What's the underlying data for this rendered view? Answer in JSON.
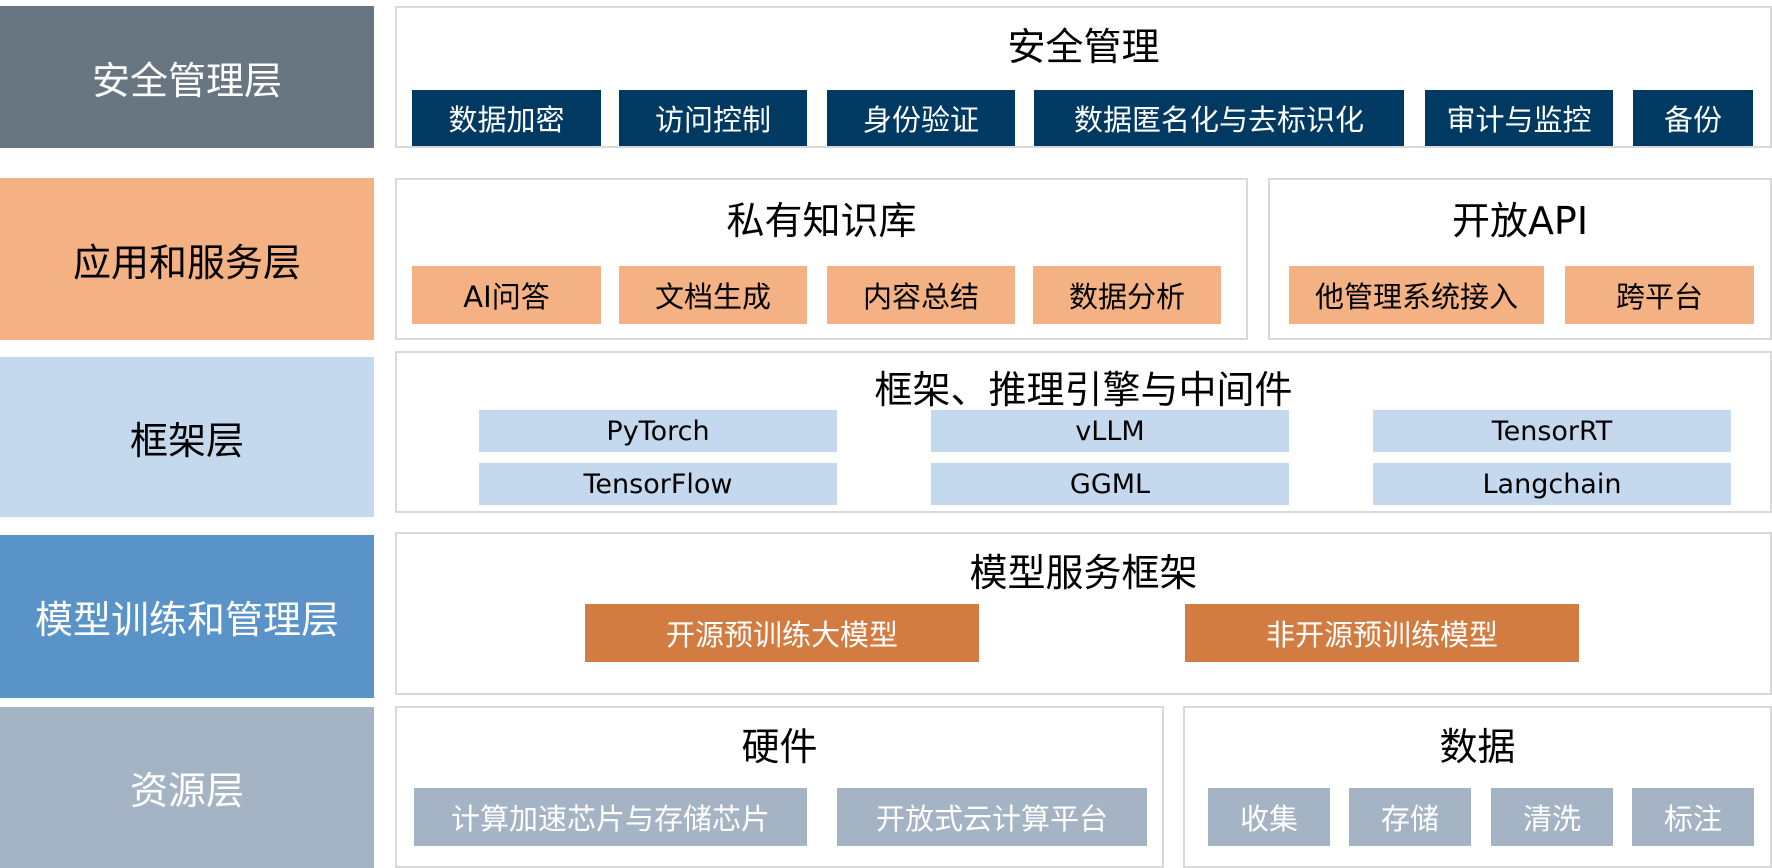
{
  "layers": {
    "security": {
      "label": "安全管理层",
      "color": "#677680",
      "panel_title": "安全管理",
      "items": [
        "数据加密",
        "访问控制",
        "身份验证",
        "数据匿名化与去标识化",
        "审计与监控",
        "备份"
      ],
      "item_color": "#003a63"
    },
    "application": {
      "label": "应用和服务层",
      "color": "#f4b183",
      "knowledge": {
        "title": "私有知识库",
        "items": [
          "AI问答",
          "文档生成",
          "内容总结",
          "数据分析"
        ]
      },
      "api": {
        "title": "开放API",
        "items": [
          "他管理系统接入",
          "跨平台"
        ]
      }
    },
    "framework": {
      "label": "框架层",
      "color": "#c5d9ee",
      "panel_title": "框架、推理引擎与中间件",
      "items": [
        "PyTorch",
        "vLLM",
        "TensorRT",
        "TensorFlow",
        "GGML",
        "Langchain"
      ]
    },
    "model": {
      "label": "模型训练和管理层",
      "color": "#5a93c8",
      "panel_title": "模型服务框架",
      "items": [
        "开源预训练大模型",
        "非开源预训练模型"
      ],
      "item_color": "#d27c42"
    },
    "resource": {
      "label": "资源层",
      "color": "#a5b4c5",
      "hardware": {
        "title": "硬件",
        "items": [
          "计算加速芯片与存储芯片",
          "开放式云计算平台"
        ]
      },
      "data": {
        "title": "数据",
        "items": [
          "收集",
          "存储",
          "清洗",
          "标注"
        ]
      }
    }
  }
}
